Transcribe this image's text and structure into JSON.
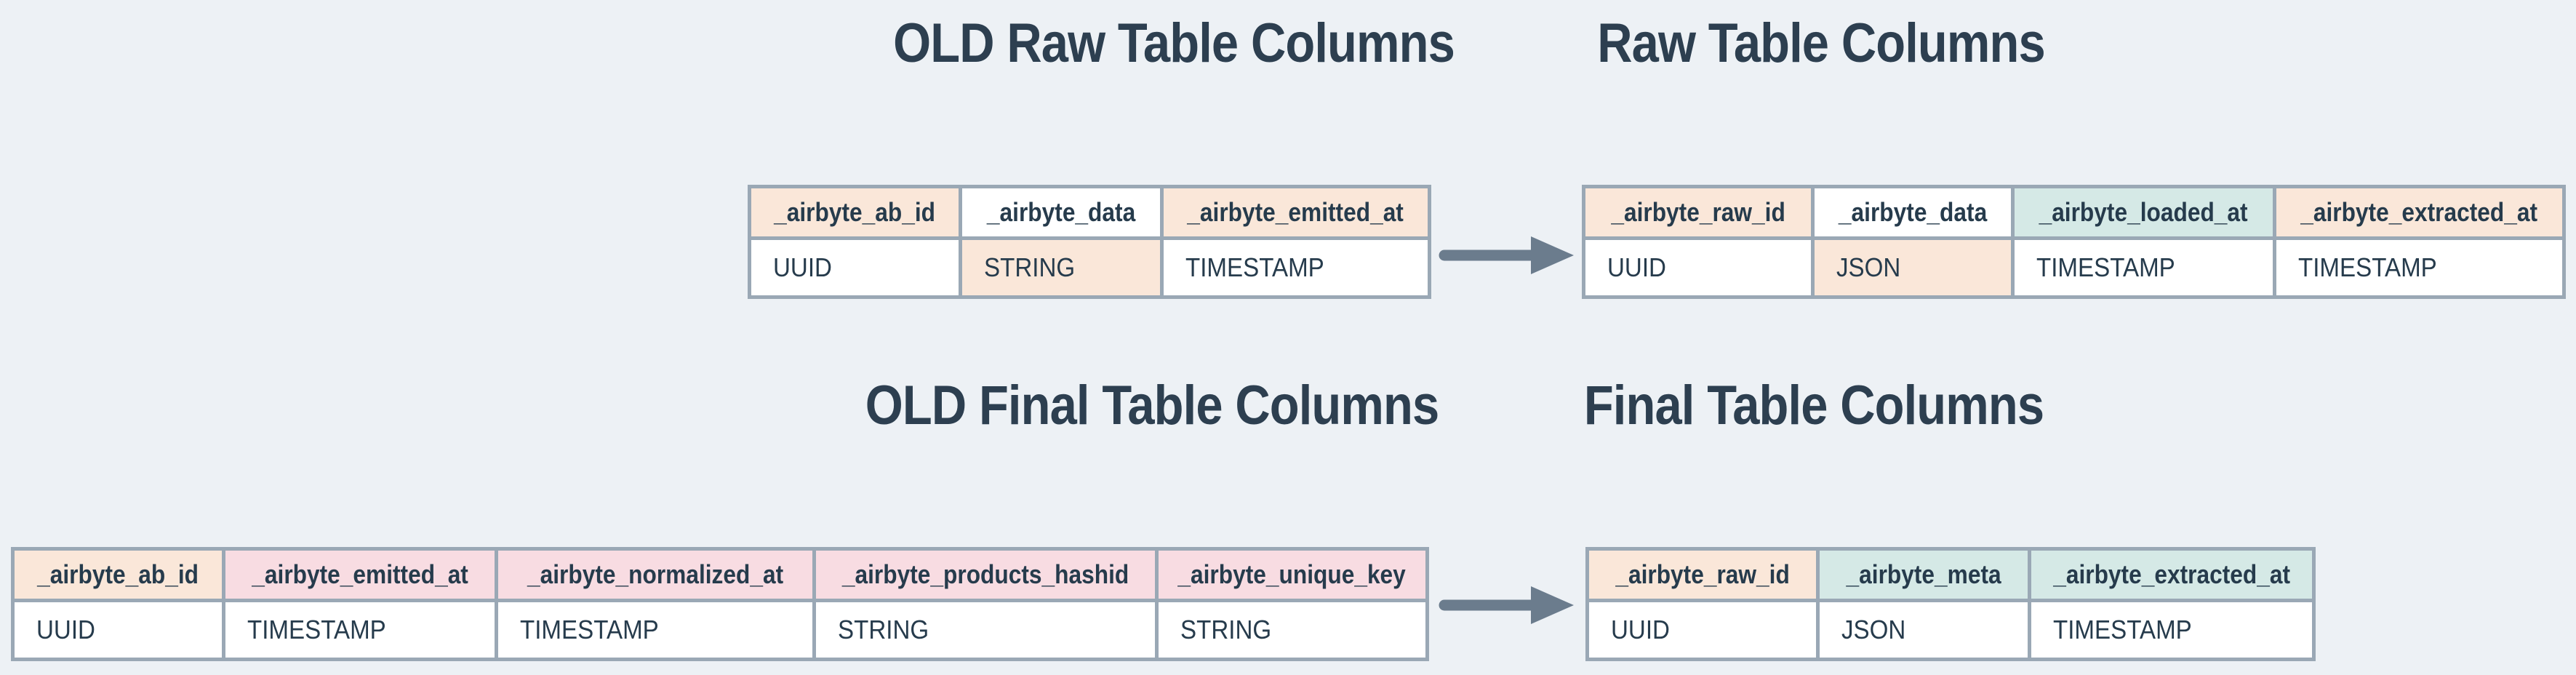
{
  "colors": {
    "page_bg": "#edf1f5",
    "border": "#9aa8b5",
    "text": "#263b4c",
    "title_text": "#2d3f50",
    "arrow": "#6b7c8d",
    "peach": "#fae7d9",
    "pink": "#f8dce2",
    "teal": "#d5e9e6",
    "white": "#ffffff"
  },
  "sections": {
    "old_raw": {
      "title": "OLD Raw Table Columns",
      "columns": [
        {
          "name": "_airbyte_ab_id",
          "type": "UUID",
          "header_bg": "peach",
          "type_bg": "white"
        },
        {
          "name": "_airbyte_data",
          "type": "STRING",
          "header_bg": "white",
          "type_bg": "peach"
        },
        {
          "name": "_airbyte_emitted_at",
          "type": "TIMESTAMP",
          "header_bg": "peach",
          "type_bg": "white"
        }
      ]
    },
    "raw": {
      "title": "Raw Table Columns",
      "columns": [
        {
          "name": "_airbyte_raw_id",
          "type": "UUID",
          "header_bg": "peach",
          "type_bg": "white"
        },
        {
          "name": "_airbyte_data",
          "type": "JSON",
          "header_bg": "white",
          "type_bg": "peach"
        },
        {
          "name": "_airbyte_loaded_at",
          "type": "TIMESTAMP",
          "header_bg": "teal",
          "type_bg": "white"
        },
        {
          "name": "_airbyte_extracted_at",
          "type": "TIMESTAMP",
          "header_bg": "peach",
          "type_bg": "white"
        }
      ]
    },
    "old_final": {
      "title": "OLD Final Table Columns",
      "columns": [
        {
          "name": "_airbyte_ab_id",
          "type": "UUID",
          "header_bg": "peach",
          "type_bg": "white"
        },
        {
          "name": "_airbyte_emitted_at",
          "type": "TIMESTAMP",
          "header_bg": "pink",
          "type_bg": "white"
        },
        {
          "name": "_airbyte_normalized_at",
          "type": "TIMESTAMP",
          "header_bg": "pink",
          "type_bg": "white"
        },
        {
          "name": "_airbyte_products_hashid",
          "type": "STRING",
          "header_bg": "pink",
          "type_bg": "white"
        },
        {
          "name": "_airbyte_unique_key",
          "type": "STRING",
          "header_bg": "pink",
          "type_bg": "white"
        }
      ]
    },
    "final": {
      "title": "Final Table Columns",
      "columns": [
        {
          "name": "_airbyte_raw_id",
          "type": "UUID",
          "header_bg": "peach",
          "type_bg": "white"
        },
        {
          "name": "_airbyte_meta",
          "type": "JSON",
          "header_bg": "teal",
          "type_bg": "white"
        },
        {
          "name": "_airbyte_extracted_at",
          "type": "TIMESTAMP",
          "header_bg": "teal",
          "type_bg": "white"
        }
      ]
    }
  }
}
